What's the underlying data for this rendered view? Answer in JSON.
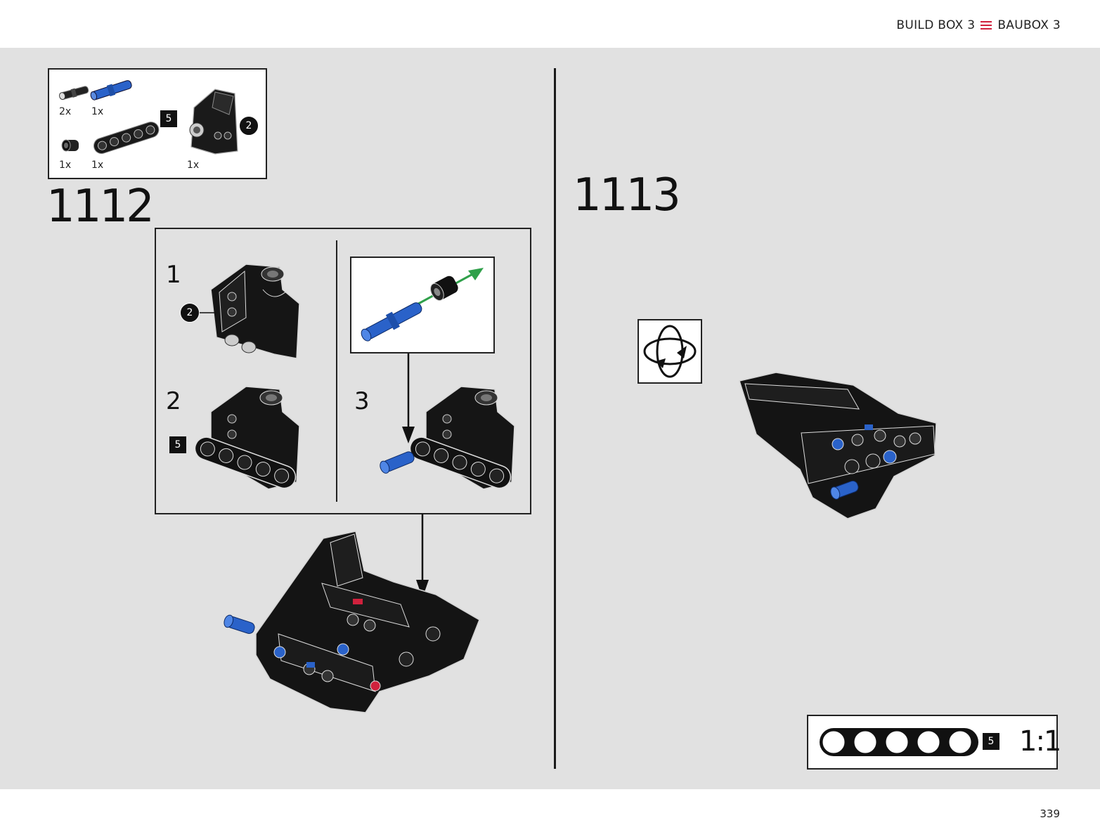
{
  "header": {
    "left_label": "BUILD BOX 3",
    "right_label": "BAUBOX 3"
  },
  "footer": {
    "page_number": "339"
  },
  "parts_list": {
    "items": [
      {
        "qty": "2x",
        "part": "black-pin"
      },
      {
        "qty": "1x",
        "part": "blue-axle-pin"
      },
      {
        "qty": "1x",
        "part": "black-bush"
      },
      {
        "qty": "1x",
        "part": "black-beam-5",
        "badge": "5"
      },
      {
        "qty": "1x",
        "part": "black-angle-connector",
        "badge": "2"
      }
    ]
  },
  "step_1112": {
    "number": "1112",
    "substeps": [
      {
        "number": "1",
        "badge": "2"
      },
      {
        "number": "2",
        "badge": "5"
      },
      {
        "number": "3"
      }
    ]
  },
  "step_1113": {
    "number": "1113",
    "icon": "rotate-model-icon"
  },
  "scale_ruler": {
    "badge": "5",
    "label": "1:1"
  },
  "colors": {
    "accent": "#d0213d",
    "blue_part": "#2a62c9",
    "arrow_green": "#2fa04a",
    "background": "#e1e1e1"
  }
}
